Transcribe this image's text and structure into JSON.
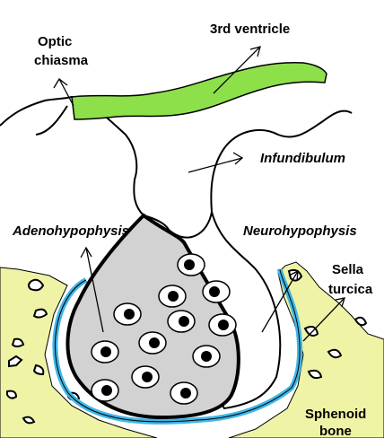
{
  "labels": {
    "optic_chiasma_line1": "Optic",
    "optic_chiasma_line2": "chiasma",
    "third_ventricle": "3rd ventricle",
    "infundibulum": "Infundibulum",
    "adenohypophysis": "Adenohypophysis",
    "neurohypophysis": "Neurohypophysis",
    "sella_turcica_line1": "Sella",
    "sella_turcica_line2": "turcica",
    "sphenoid_bone_line1": "Sphenoid",
    "sphenoid_bone_line2": "bone"
  },
  "colors": {
    "bone": "#eef3a6",
    "third_ventricle": "#8de04a",
    "adenohypophysis": "#d2d2d2",
    "capsule": "#3fb6e6",
    "outline": "#000000"
  }
}
